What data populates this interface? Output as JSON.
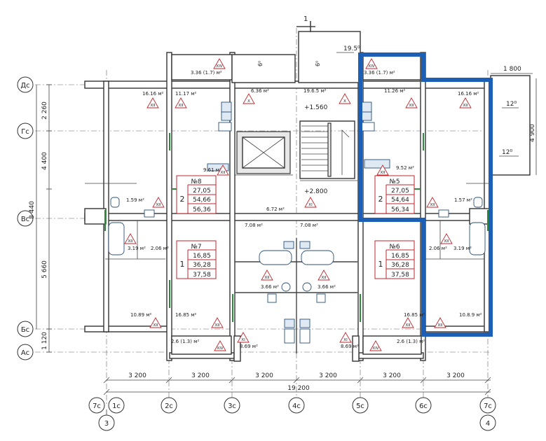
{
  "axes_rows": [
    "Дс",
    "Гс",
    "Вс",
    "Бс",
    "Ас"
  ],
  "axes_cols_top": [
    "7с",
    "1с",
    "2с",
    "3с",
    "4с",
    "5с",
    "6с",
    "7с"
  ],
  "axes_cols_bottom": [
    "3",
    "4"
  ],
  "section_mark": "1",
  "dims_left": [
    "2 260",
    "4 400",
    "8 440",
    "5 660",
    "1 120"
  ],
  "dims_bottom": [
    "3 200",
    "3 200",
    "3 200",
    "3 200",
    "3 200",
    "3 200"
  ],
  "dim_total": "19 200",
  "dims_right": [
    "1 800",
    "4 900"
  ],
  "slopes": [
    "12⁰",
    "12⁰",
    "19.5⁰",
    "6⁰",
    "6⁰"
  ],
  "levels": [
    "+1.560",
    "+2.800"
  ],
  "areas": [
    "3.36 (1.7) м²",
    "3.36 (1.7) м²",
    "16.16 м²",
    "11.17 м²",
    "6.36 м²",
    "19.6.5 м²",
    "11.26 м²",
    "16.16 м²",
    "9.61 м²",
    "9.52 м²",
    "1.59 м²",
    "1.57 м²",
    "6.72 м²",
    "7.08 м²",
    "7.08 м²",
    "3.19 м²",
    "2.06 м²",
    "2.06 м²",
    "3.19 м²",
    "3.66 м²",
    "3.66 м²",
    "10.89 м²",
    "16.85 м²",
    "16.85 м²",
    "10.8.9 м²",
    "2.6 (1.3) м²",
    "8.69 м²",
    "8.69 м²",
    "2.6 (1.3) м²"
  ],
  "apartments": [
    {
      "no": "№8",
      "rooms": "2",
      "v1": "27,05",
      "v2": "54,66",
      "v3": "56,36"
    },
    {
      "no": "№5",
      "rooms": "2",
      "v1": "27,05",
      "v2": "54,64",
      "v3": "56,34"
    },
    {
      "no": "№7",
      "rooms": "1",
      "v1": "16,85",
      "v2": "36,28",
      "v3": "37,58"
    },
    {
      "no": "№6",
      "rooms": "1",
      "v1": "16,85",
      "v2": "36,28",
      "v3": "37,58"
    }
  ],
  "room_codes": [
    "XIV",
    "XIV",
    "XII",
    "XII",
    "X",
    "X",
    "XII",
    "XII",
    "XII",
    "XII",
    "XII",
    "XII",
    "XI",
    "XII",
    "XII",
    "XII",
    "XII",
    "XII",
    "XII",
    "XII",
    "XII",
    "XI",
    "XI",
    "XIV",
    "XIV"
  ]
}
